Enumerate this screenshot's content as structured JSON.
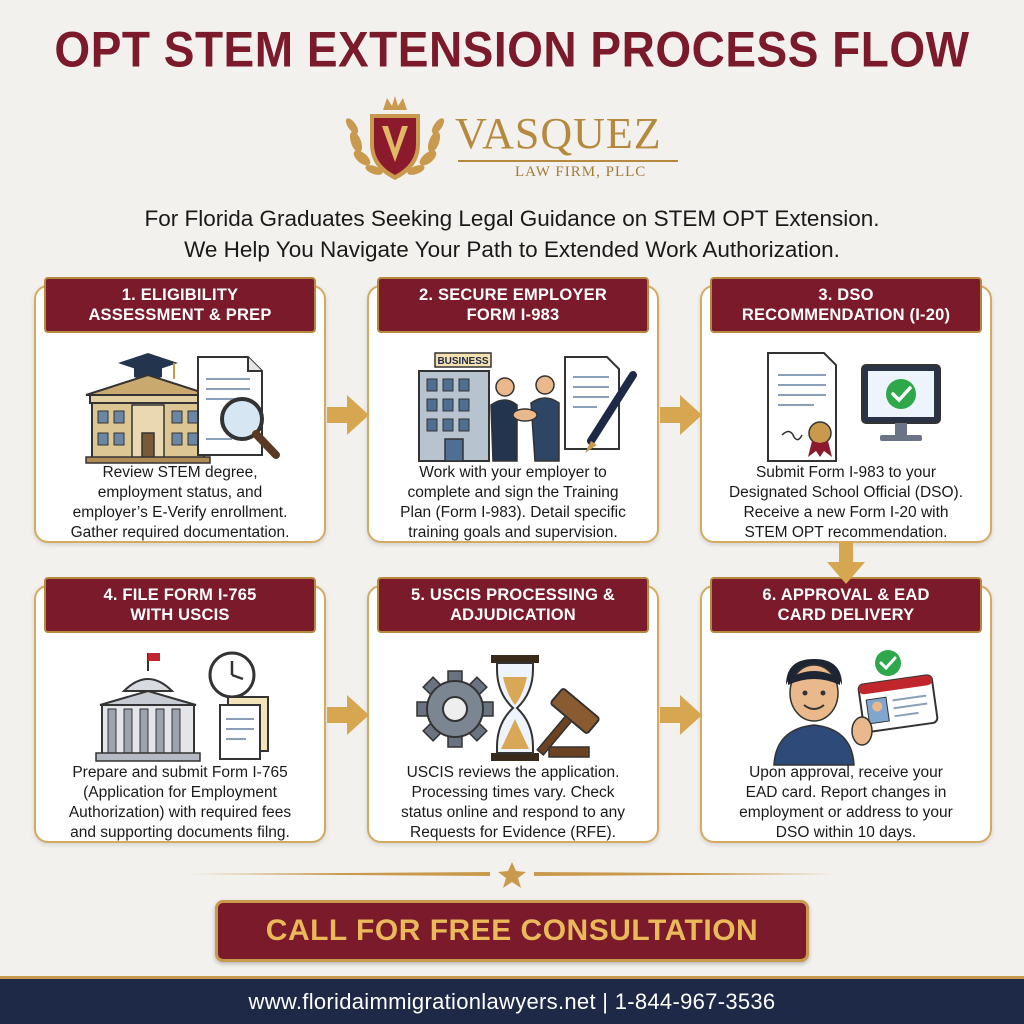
{
  "title": "OPT STEM EXTENSION PROCESS FLOW",
  "logo": {
    "name": "VASQUEZ",
    "sub": "LAW FIRM, PLLC"
  },
  "subtitle": {
    "line1": "For Florida Graduates Seeking Legal Guidance on STEM OPT Extension.",
    "line2": "We Help You Navigate Your Path to Extended Work Authorization."
  },
  "steps": [
    {
      "head1": "1. ELIGIBILITY",
      "head2": "ASSESSMENT & PREP",
      "desc": [
        "Review STEM degree,",
        "employment status, and",
        "employer’s E-Verify enrollment.",
        "Gather required documentation."
      ]
    },
    {
      "head1": "2. SECURE EMPLOYER",
      "head2": "FORM I-983",
      "badge": "BUSINESS",
      "desc": [
        "Work with your employer to",
        "complete and sign the Training",
        "Plan (Form I-983). Detail specific",
        "training goals and supervision."
      ]
    },
    {
      "head1": "3. DSO",
      "head2": "RECOMMENDATION (I-20)",
      "desc": [
        "Submit Form I-983 to your",
        "Designated School Official (DSO).",
        "Receive a new Form I-20 with",
        "STEM OPT recommendation."
      ]
    },
    {
      "head1": "4. FILE FORM I-765",
      "head2": "WITH USCIS",
      "desc": [
        "Prepare and submit Form I-765",
        "(Application for Employment",
        "Authorization) with required fees",
        "and supporting documents filng."
      ]
    },
    {
      "head1": "5. USCIS PROCESSING &",
      "head2": "ADJUDICATION",
      "desc": [
        "USCIS reviews the application.",
        "Processing times vary. Check",
        "status online and respond to any",
        "Requests for Evidence (RFE)."
      ]
    },
    {
      "head1": "6. APPROVAL & EAD",
      "head2": "CARD DELIVERY",
      "desc": [
        "Upon approval, receive your",
        "EAD card. Report changes in",
        "employment or address to your",
        "DSO within 10 days."
      ]
    }
  ],
  "cta": "CALL FOR FREE CONSULTATION",
  "footer": "www.floridaimmigrationlawyers.net | 1-844-967-3536",
  "colors": {
    "maroon": "#7a1a2a",
    "gold": "#c99a4e",
    "navy": "#1d2947"
  }
}
